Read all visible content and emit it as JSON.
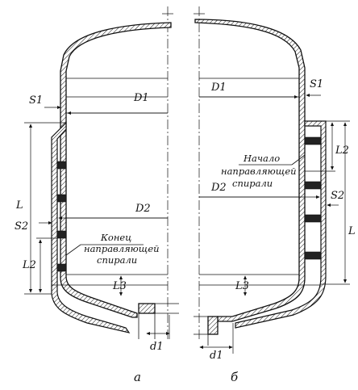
{
  "panels": {
    "a": {
      "caption": "a",
      "labels": {
        "s1": "S1",
        "D1": "D1",
        "L": "L",
        "s2": "S2",
        "D2": "D2",
        "L2": "L2",
        "L3": "L3",
        "d1": "d1"
      },
      "note_line1": "Конец",
      "note_line2": "направляющей",
      "note_line3": "спирали"
    },
    "b": {
      "caption": "б",
      "labels": {
        "s1": "S1",
        "D1": "D1",
        "L2": "L2",
        "s2": "S2",
        "D2": "D2",
        "L": "L",
        "L3": "L3",
        "d1": "d1"
      },
      "note_line1": "Начало",
      "note_line2": "направляющей",
      "note_line3": "спирали"
    }
  }
}
